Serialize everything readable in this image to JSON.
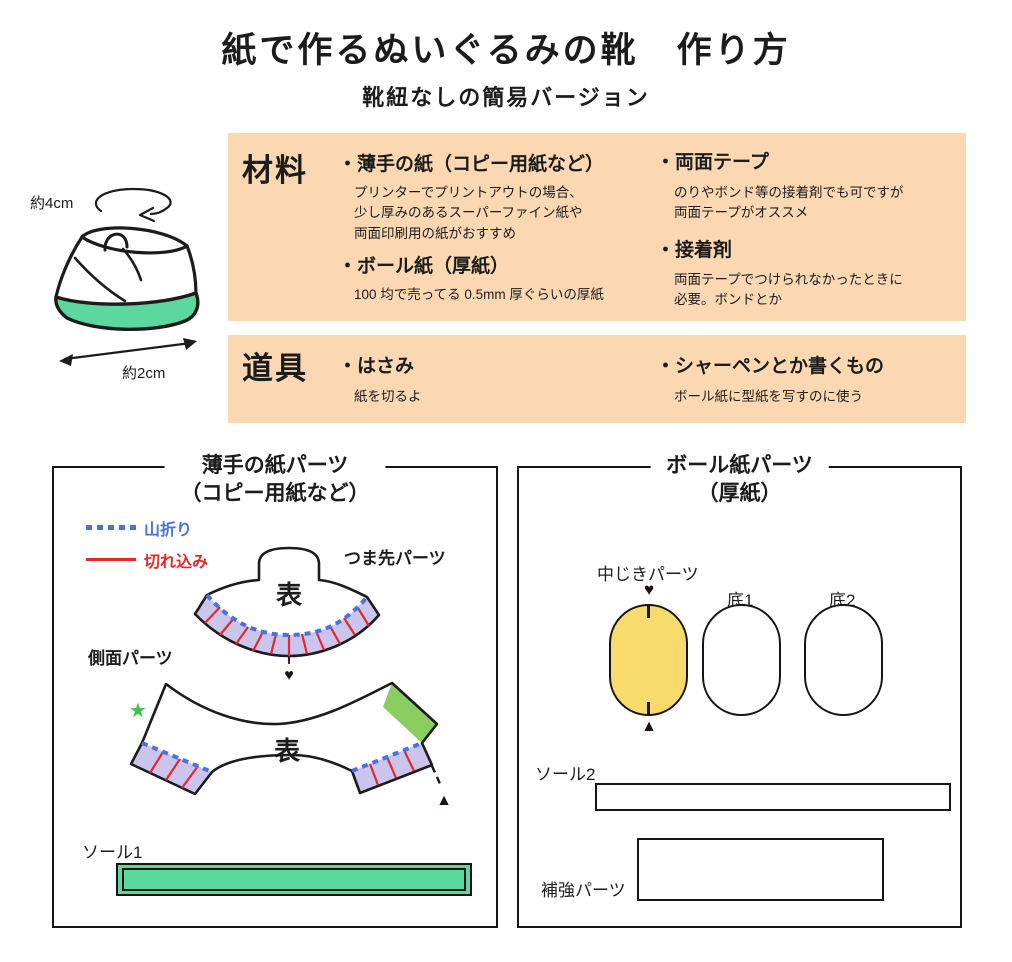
{
  "page": {
    "title": "紙で作るぬいぐるみの靴　作り方",
    "subtitle": "靴紐なしの簡易バージョン"
  },
  "shoe_diagram": {
    "height_label": "約4cm",
    "width_label": "約2cm"
  },
  "materials": {
    "header": "材料",
    "items": [
      {
        "label": "・薄手の紙（コピー用紙など）",
        "desc": "プリンターでプリントアウトの場合、\n少し厚みのあるスーパーファイン紙や\n両面印刷用の紙がおすすめ"
      },
      {
        "label": "・ボール紙（厚紙）",
        "desc": "100 均で売ってる 0.5mm 厚ぐらいの厚紙"
      },
      {
        "label": "・両面テープ",
        "desc": "のりやボンド等の接着剤でも可ですが\n両面テープがオススメ"
      },
      {
        "label": "・接着剤",
        "desc": "両面テープでつけられなかったときに\n必要。ボンドとか"
      }
    ]
  },
  "tools": {
    "header": "道具",
    "items": [
      {
        "label": "・はさみ",
        "desc": "紙を切るよ"
      },
      {
        "label": "・シャーペンとか書くもの",
        "desc": "ボール紙に型紙を写すのに使う"
      }
    ]
  },
  "paper_parts_panel": {
    "title_line1": "薄手の紙パーツ",
    "title_line2": "（コピー用紙など）",
    "legend": {
      "mountain_fold": "山折り",
      "cut": "切れ込み"
    },
    "toe_part_label": "つま先パーツ",
    "side_part_label": "側面パーツ",
    "sole1_label": "ソール1",
    "front_label": "表"
  },
  "cardboard_parts_panel": {
    "title_line1": "ボール紙パーツ",
    "title_line2": "（厚紙）",
    "insole_label": "中じきパーツ",
    "bottom1_label": "底1",
    "bottom2_label": "底2",
    "sole2_label": "ソール2",
    "reinforce_label": "補強パーツ"
  },
  "markers": {
    "heart": "♥",
    "triangle": "▲",
    "star": "★"
  },
  "colors": {
    "box_orange": "#FBD8B2",
    "sole_green": "#5CD79E",
    "insole_yellow": "#F9DB6D",
    "flap_lavender": "#CBC5ED",
    "fold_blue": "#4A70E2",
    "cut_red": "#E02A2A",
    "tab_green": "#8BCE60",
    "star_green": "#3EC24F"
  }
}
